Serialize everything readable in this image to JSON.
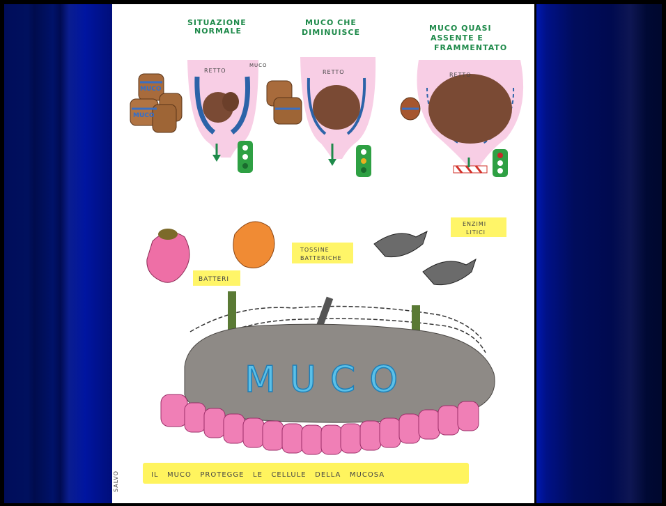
{
  "panels": {
    "normal": {
      "title_line1": "SITUAZIONE",
      "title_line2": "NORMALE",
      "organ_label": "RETTO",
      "mucus_label": "MUCO"
    },
    "reduced": {
      "title_line1": "MUCO CHE",
      "title_line2": "DIMINUISCE",
      "organ_label": "RETTO"
    },
    "absent": {
      "title_line1": "MUCO QUASI",
      "title_line2": "ASSENTE E",
      "title_line3": "FRAMMENTATO",
      "organ_label": "RETTO"
    }
  },
  "barrels": {
    "label_a": "MUCO",
    "label_b": "MUCO"
  },
  "threats": {
    "bacteria": "BATTERI",
    "toxins_line1": "TOSSINE",
    "toxins_line2": "BATTERICHE",
    "enzymes_line1": "ENZIMI",
    "enzymes_line2": "LITICI"
  },
  "mucus_word": "MUCO",
  "caption": "IL   MUCO   PROTEGGE   LE   CELLULE   DELLA   MUCOSA",
  "signature": "SALVO",
  "colors": {
    "curtain": "#0015a0",
    "highlight": "#fff34d",
    "title_green": "#1e8a4a",
    "mucus_pink": "#f3b7d6",
    "mucus_blue": "#2e7fc7",
    "stool_brown": "#7a4a34"
  }
}
